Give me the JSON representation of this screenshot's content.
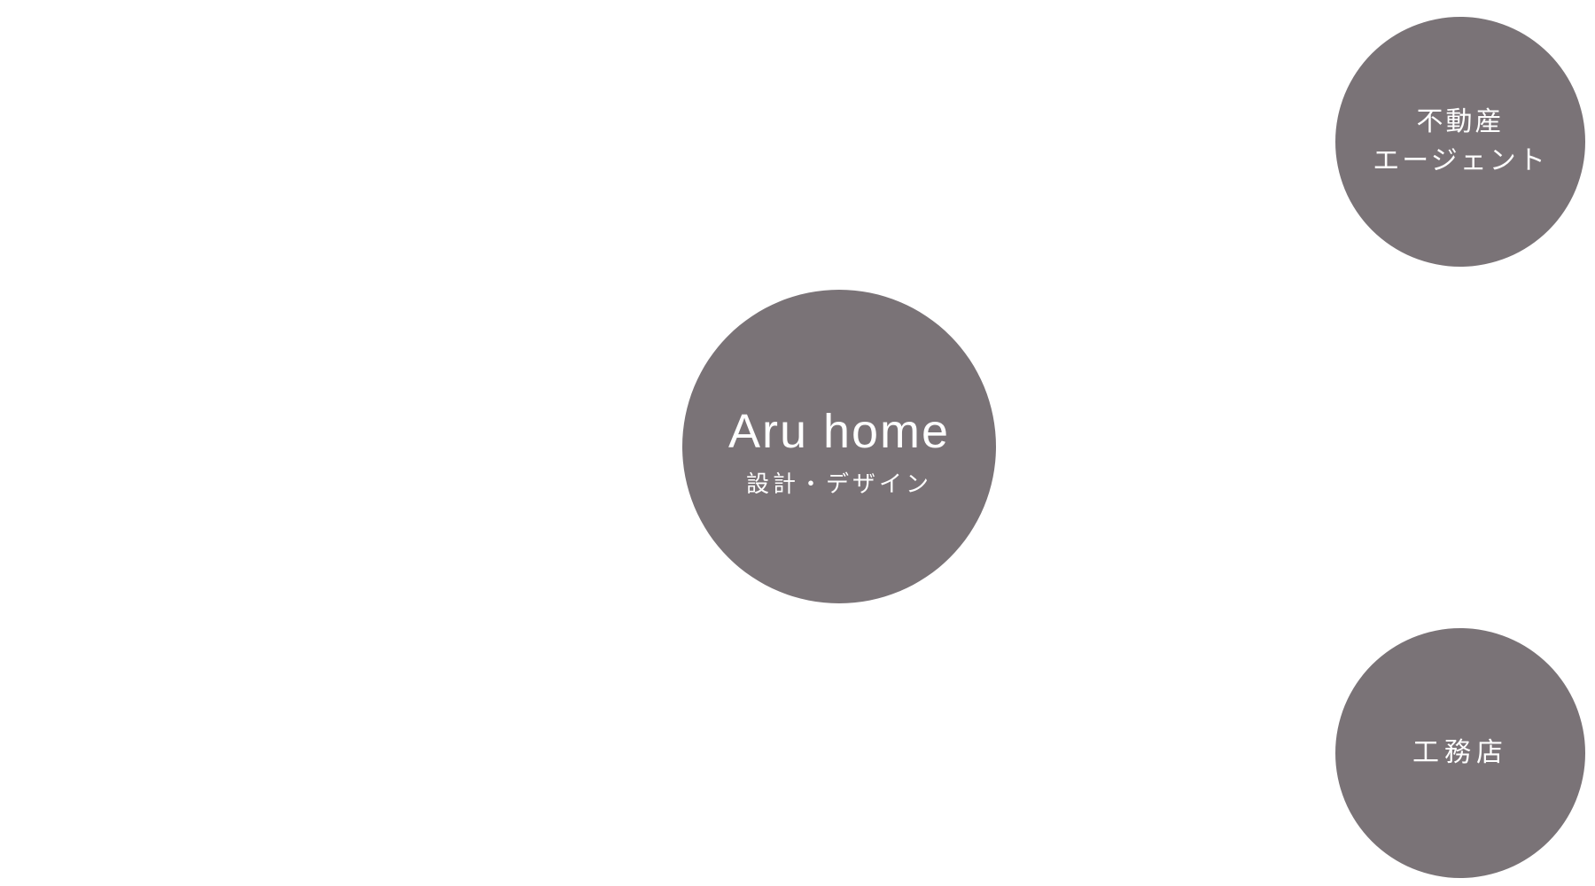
{
  "center": {
    "name": "Aru home",
    "subtitle": "設計・デザイン"
  },
  "top_right": {
    "line1": "不動産",
    "line2": "エージェント"
  },
  "bottom_right": {
    "label": "工務店"
  },
  "colors": {
    "circle_fill": "#7a7377",
    "text": "#ffffff",
    "background": "#ffffff"
  }
}
